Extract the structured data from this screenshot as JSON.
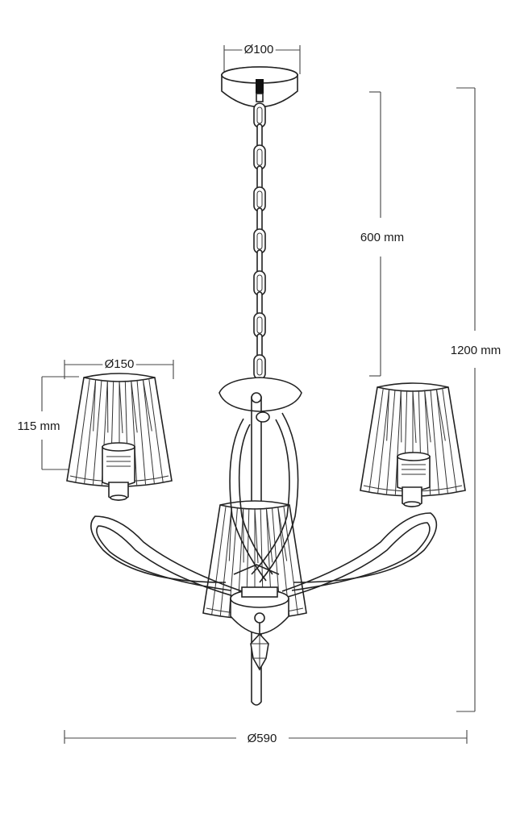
{
  "dimensions": {
    "canopy_diameter": "Ø100",
    "chain_length": "600 mm",
    "total_height": "1200 mm",
    "shade_diameter": "Ø150",
    "shade_height": "115 mm",
    "overall_diameter": "Ø590"
  },
  "colors": {
    "line": "#222222",
    "background": "#ffffff"
  }
}
